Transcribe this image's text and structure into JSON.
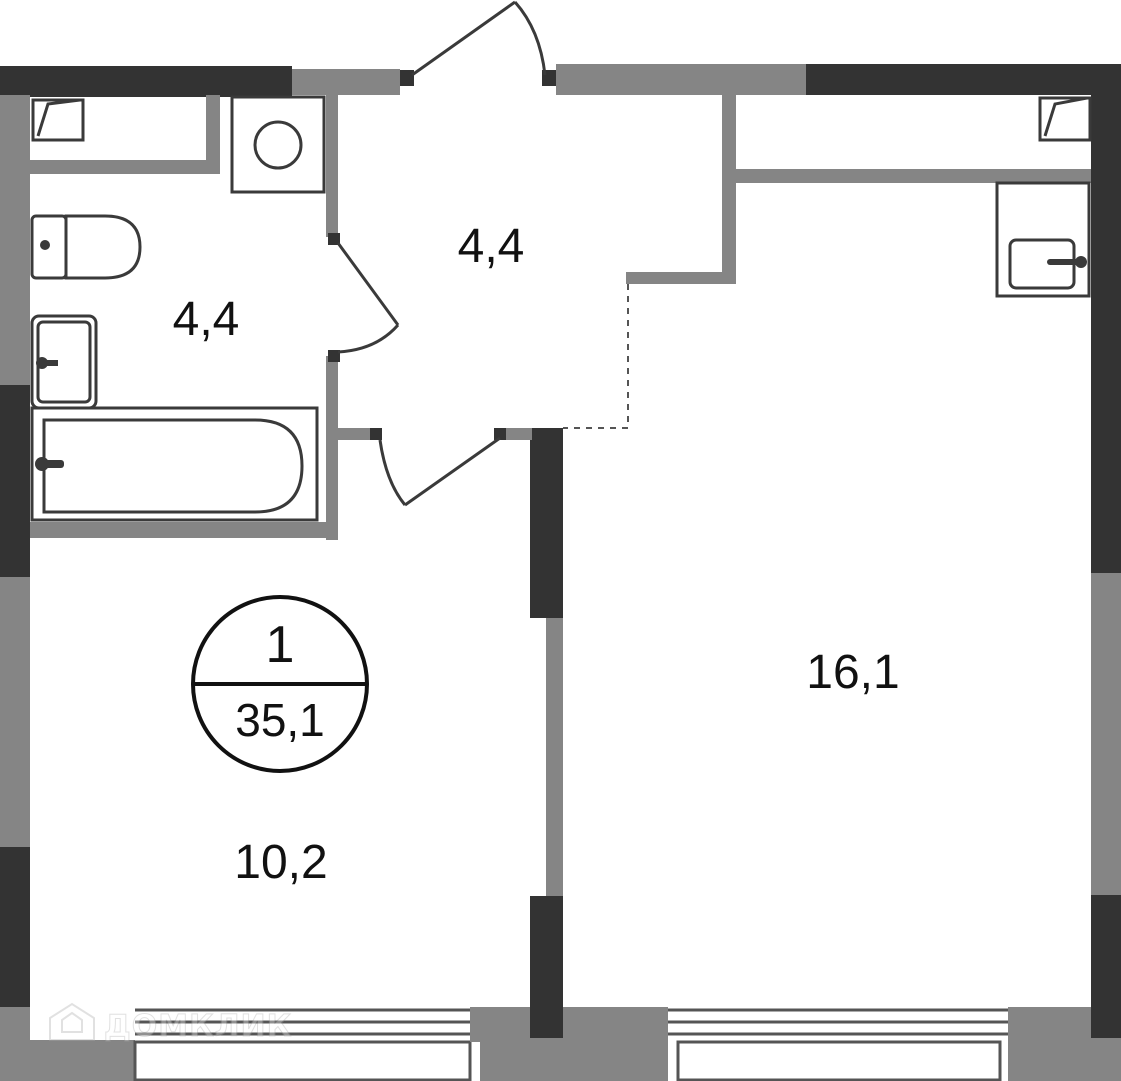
{
  "floor_plan": {
    "rooms": [
      {
        "id": "bathroom",
        "area": "4,4"
      },
      {
        "id": "hallway",
        "area": "4,4"
      },
      {
        "id": "kitchen",
        "area": "10,2"
      },
      {
        "id": "living-room",
        "area": "16,1"
      }
    ],
    "badge": {
      "rooms": "1",
      "total_area": "35,1"
    },
    "watermark": {
      "text": "ДОМКЛИК"
    },
    "colors": {
      "wall_dark": "#333333",
      "wall_mid": "#858585",
      "fixture": "#3a3a3a",
      "background": "#ffffff"
    }
  }
}
